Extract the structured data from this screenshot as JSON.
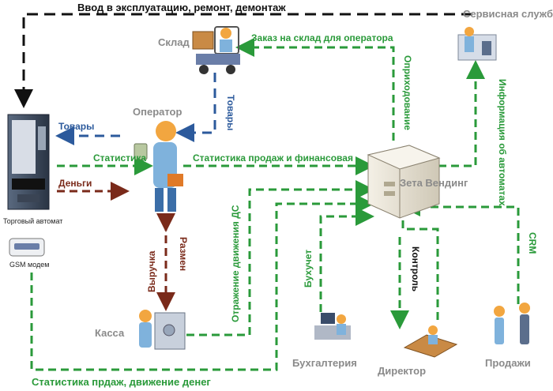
{
  "top_label": "Ввод в эксплуатацию, ремонт, демонтаж",
  "nodes": {
    "warehouse": "Склад",
    "service": "Сервисная служба",
    "operator": "Оператор",
    "server": "Зета Вендинг",
    "vending_machine": "Торговый автомат",
    "gsm_modem": "GSM модем",
    "cashier": "Касса",
    "accounting": "Бухгалтерия",
    "director": "Директор",
    "sales": "Продажи"
  },
  "flows": {
    "order_warehouse": "Заказ на склад для оператора",
    "receiving": "Оприходование",
    "service_info": "Информация об автоматах",
    "goods_vertical": "Товары",
    "goods_to_vm": "Товары",
    "statistics": "Статистика",
    "money": "Деньги",
    "sales_finance": "Статистика продаж и финансовая",
    "revenue": "Выручка",
    "change": "Размен",
    "cash_flow_reflect": "Отражение движения ДС",
    "bookkeeping": "Бухучет",
    "control": "Контроль",
    "crm": "CRM",
    "bottom": "Статистика прдаж, движение денег"
  },
  "colors": {
    "green": "#2a9a3a",
    "blue": "#2c5a9c",
    "brown": "#7a2a1a",
    "black": "#111111",
    "gray": "#8a8a8a"
  }
}
